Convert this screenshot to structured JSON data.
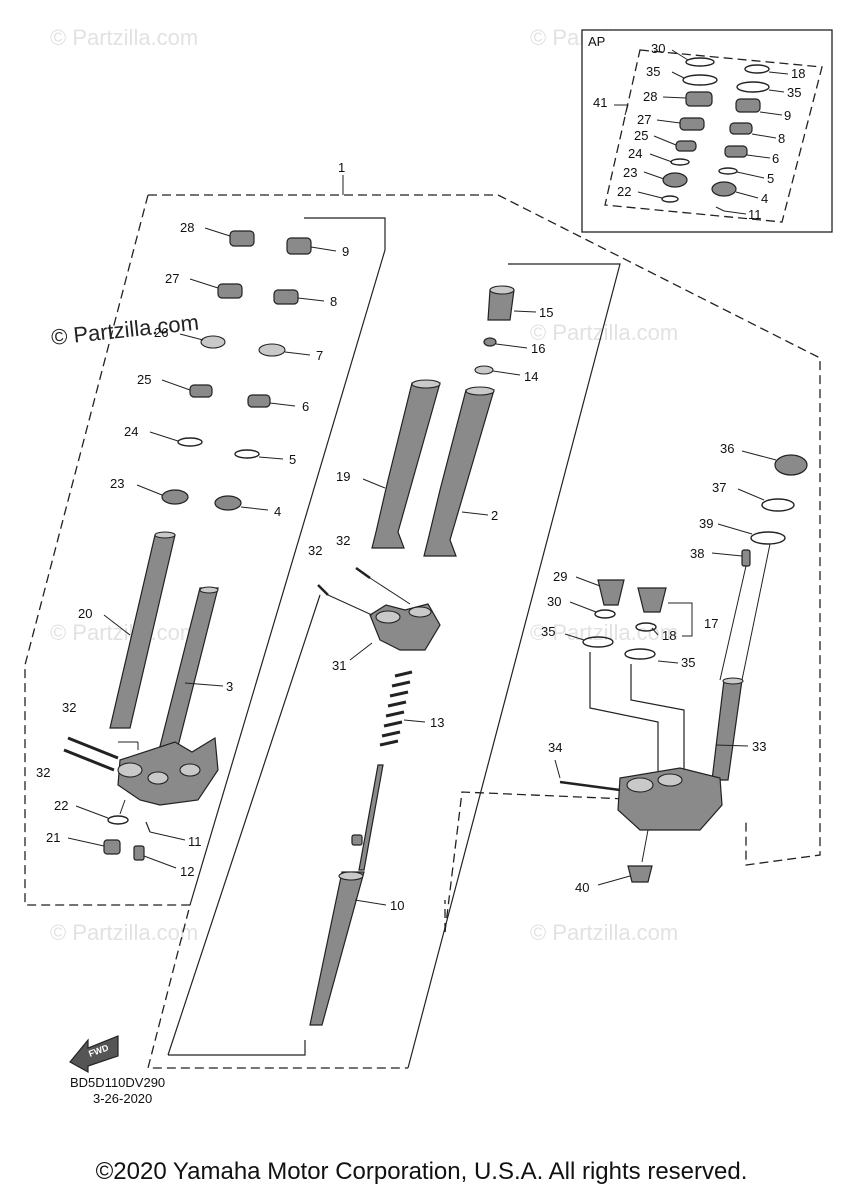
{
  "watermark": "© Partzilla.com",
  "inset_label": "AP",
  "diagram_code": "BD5D110DV290",
  "diagram_date": "3-26-2020",
  "fwd_label": "FWD",
  "footer": "©2020 Yamaha Motor Corporation, U.S.A. All rights reserved.",
  "callouts": {
    "c1": "1",
    "c2": "2",
    "c3": "3",
    "c4": "4",
    "c5": "5",
    "c6": "6",
    "c7": "7",
    "c8": "8",
    "c9": "9",
    "c10": "10",
    "c11": "11",
    "c12": "12",
    "c13": "13",
    "c14": "14",
    "c15": "15",
    "c16": "16",
    "c17": "17",
    "c18": "18",
    "c19": "19",
    "c20": "20",
    "c21": "21",
    "c22": "22",
    "c23": "23",
    "c24": "24",
    "c25": "25",
    "c26": "26",
    "c27": "27",
    "c28": "28",
    "c29": "29",
    "c30": "30",
    "c31": "31",
    "c32": "32",
    "c33": "33",
    "c34": "34",
    "c35": "35",
    "c36": "36",
    "c37": "37",
    "c38": "38",
    "c39": "39",
    "c40": "40",
    "c41": "41"
  }
}
